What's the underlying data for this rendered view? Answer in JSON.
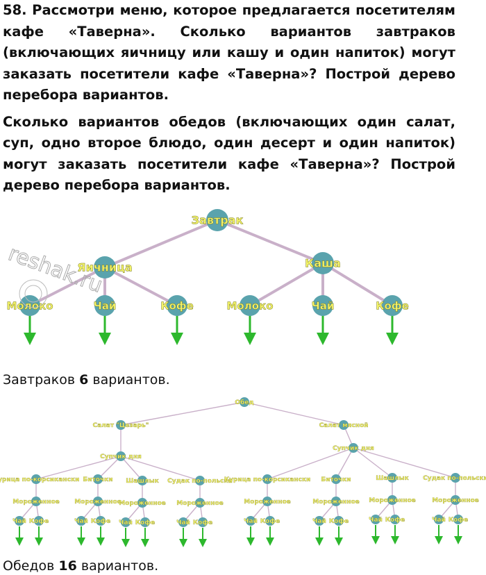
{
  "problem": {
    "number": "58.",
    "paragraph1": "Рассмотри меню, которое предлагается посетителям кафе «Таверна». Сколько вариантов завтраков (включающих яичницу или кашу и один напиток) могут заказать посетители кафе «Таверна»? Построй дерево перебора вариантов.",
    "paragraph2": "Сколько вариантов обедов (включающих один салат, суп, одно второе блюдо, один десерт и один напиток) могут заказать посетители кафе «Таверна»? Построй дерево перебора вариантов."
  },
  "watermark": "reshak.ru",
  "colors": {
    "node": "#5aa3ad",
    "edge": "#c9b0c9",
    "label_fill": "#f4f46a",
    "arrow": "#2db82d"
  },
  "breakfast_tree": {
    "root": "Завтрак",
    "branches": [
      {
        "label": "Яичница",
        "drinks": [
          "Молоко",
          "Чай",
          "Кофе"
        ]
      },
      {
        "label": "Каша",
        "drinks": [
          "Молоко",
          "Чай",
          "Кофе"
        ]
      }
    ]
  },
  "breakfast_result": {
    "prefix": "Завтраков ",
    "count": "6",
    "suffix": " вариантов."
  },
  "lunch_tree": {
    "root": "Обед",
    "soup": "Супчик дня",
    "dessert": "Мороженное",
    "drinks": [
      "Чай",
      "Кофе"
    ],
    "salads": [
      {
        "label": "Салат \"Цезарь\"",
        "mains": [
          "Курица по-корсикански",
          "Биточки",
          "Шашлык",
          "Судак по-польски"
        ]
      },
      {
        "label": "Салат мясной",
        "mains": [
          "Курица по-корсикански",
          "Биточки",
          "Шашлык",
          "Судак по-польски"
        ]
      }
    ]
  },
  "lunch_result": {
    "prefix": "Обедов ",
    "count": "16",
    "suffix": " вариантов."
  }
}
